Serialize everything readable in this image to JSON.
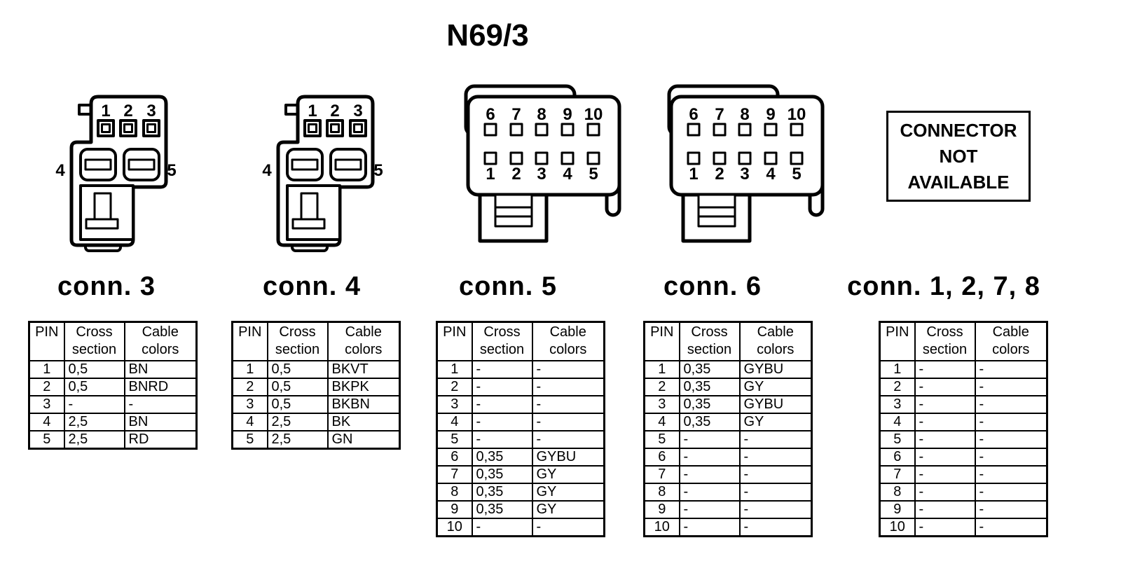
{
  "title": "N69/3",
  "header": {
    "pin": "PIN",
    "cross_line1": "Cross",
    "cross_line2": "section",
    "cable_line1": "Cable",
    "cable_line2": "colors"
  },
  "na_box": {
    "line1": "CONNECTOR",
    "line2": "NOT",
    "line3": "AVAILABLE"
  },
  "connectors": [
    {
      "id": "conn3",
      "caption": "conn. 3",
      "drawing": {
        "type": "small-5pin-housing",
        "top_pins": [
          "1",
          "2",
          "3"
        ],
        "left_pin": "4",
        "right_pin": "5"
      },
      "rows": [
        [
          "1",
          "0,5",
          "BN"
        ],
        [
          "2",
          "0,5",
          "BNRD"
        ],
        [
          "3",
          "-",
          "-"
        ],
        [
          "4",
          "2,5",
          "BN"
        ],
        [
          "5",
          "2,5",
          "RD"
        ]
      ]
    },
    {
      "id": "conn4",
      "caption": "conn. 4",
      "drawing": {
        "type": "small-5pin-housing",
        "top_pins": [
          "1",
          "2",
          "3"
        ],
        "left_pin": "4",
        "right_pin": "5"
      },
      "rows": [
        [
          "1",
          "0,5",
          "BKVT"
        ],
        [
          "2",
          "0,5",
          "BKPK"
        ],
        [
          "3",
          "0,5",
          "BKBN"
        ],
        [
          "4",
          "2,5",
          "BK"
        ],
        [
          "5",
          "2,5",
          "GN"
        ]
      ]
    },
    {
      "id": "conn5",
      "caption": "conn. 5",
      "drawing": {
        "type": "large-10pin-housing",
        "top_pins": [
          "6",
          "7",
          "8",
          "9",
          "10"
        ],
        "bottom_pins": [
          "1",
          "2",
          "3",
          "4",
          "5"
        ]
      },
      "rows": [
        [
          "1",
          "-",
          "-"
        ],
        [
          "2",
          "-",
          "-"
        ],
        [
          "3",
          "-",
          "-"
        ],
        [
          "4",
          "-",
          "-"
        ],
        [
          "5",
          "-",
          "-"
        ],
        [
          "6",
          "0,35",
          "GYBU"
        ],
        [
          "7",
          "0,35",
          "GY"
        ],
        [
          "8",
          "0,35",
          "GY"
        ],
        [
          "9",
          "0,35",
          "GY"
        ],
        [
          "10",
          "-",
          "-"
        ]
      ]
    },
    {
      "id": "conn6",
      "caption": "conn. 6",
      "drawing": {
        "type": "large-10pin-housing",
        "top_pins": [
          "6",
          "7",
          "8",
          "9",
          "10"
        ],
        "bottom_pins": [
          "1",
          "2",
          "3",
          "4",
          "5"
        ]
      },
      "rows": [
        [
          "1",
          "0,35",
          "GYBU"
        ],
        [
          "2",
          "0,35",
          "GY"
        ],
        [
          "3",
          "0,35",
          "GYBU"
        ],
        [
          "4",
          "0,35",
          "GY"
        ],
        [
          "5",
          "-",
          "-"
        ],
        [
          "6",
          "-",
          "-"
        ],
        [
          "7",
          "-",
          "-"
        ],
        [
          "8",
          "-",
          "-"
        ],
        [
          "9",
          "-",
          "-"
        ],
        [
          "10",
          "-",
          "-"
        ]
      ]
    },
    {
      "id": "conn1278",
      "caption": "conn. 1, 2, 7, 8",
      "drawing": {
        "type": "not-available"
      },
      "rows": [
        [
          "1",
          "-",
          "-"
        ],
        [
          "2",
          "-",
          "-"
        ],
        [
          "3",
          "-",
          "-"
        ],
        [
          "4",
          "-",
          "-"
        ],
        [
          "5",
          "-",
          "-"
        ],
        [
          "6",
          "-",
          "-"
        ],
        [
          "7",
          "-",
          "-"
        ],
        [
          "8",
          "-",
          "-"
        ],
        [
          "9",
          "-",
          "-"
        ],
        [
          "10",
          "-",
          "-"
        ]
      ]
    }
  ],
  "colors": {
    "line": "#000000",
    "background": "#ffffff"
  }
}
